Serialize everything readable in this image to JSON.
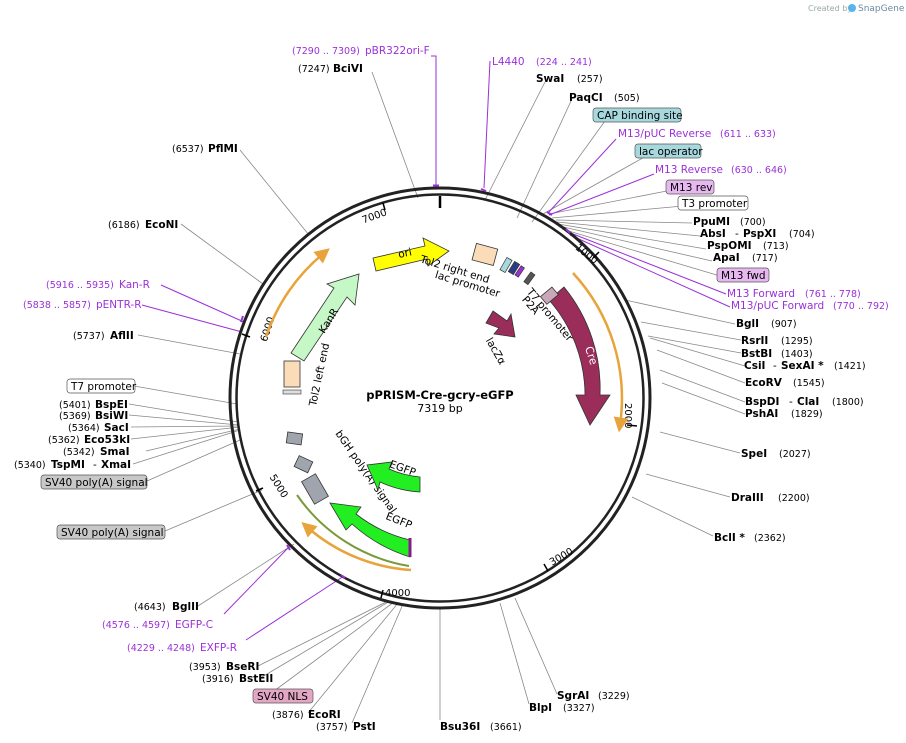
{
  "branding": {
    "created_by": "Created by",
    "product": "SnapGene"
  },
  "plasmid": {
    "name": "pPRISM-Cre-gcry-eGFP",
    "size": "7319 bp"
  },
  "ticks": [
    "1000",
    "2000",
    "3000",
    "4000",
    "5000",
    "6000",
    "7000"
  ],
  "enzymes": [
    {
      "name": "BciVI",
      "pos": "(7247)"
    },
    {
      "name": "SwaI",
      "pos": "(257)"
    },
    {
      "name": "PaqCI",
      "pos": "(505)"
    },
    {
      "name": "PpuMI",
      "pos": "(700)"
    },
    {
      "name": "AbsI",
      "pos": "(704)",
      "extra": "PspXI"
    },
    {
      "name": "PspOMI",
      "pos": "(713)"
    },
    {
      "name": "ApaI",
      "pos": "(717)"
    },
    {
      "name": "BglI",
      "pos": "(907)"
    },
    {
      "name": "RsrII",
      "pos": "(1295)"
    },
    {
      "name": "BstBI",
      "pos": "(1403)"
    },
    {
      "name": "CsiI",
      "pos": "(1421)",
      "extra": "SexAI *"
    },
    {
      "name": "EcoRV",
      "pos": "(1545)"
    },
    {
      "name": "BspDI",
      "pos": "(1800)",
      "extra": "ClaI"
    },
    {
      "name": "PshAI",
      "pos": "(1829)"
    },
    {
      "name": "SpeI",
      "pos": "(2027)"
    },
    {
      "name": "DraIII",
      "pos": "(2200)"
    },
    {
      "name": "BclI *",
      "pos": "(2362)"
    },
    {
      "name": "SgrAI",
      "pos": "(3229)"
    },
    {
      "name": "BlpI",
      "pos": "(3327)"
    },
    {
      "name": "Bsu36I",
      "pos": "(3661)"
    },
    {
      "name": "PstI",
      "pos": "(3757)"
    },
    {
      "name": "EcoRI",
      "pos": "(3876)"
    },
    {
      "name": "BstEII",
      "pos": "(3916)"
    },
    {
      "name": "BseRI",
      "pos": "(3953)"
    },
    {
      "name": "BglII",
      "pos": "(4643)"
    },
    {
      "name": "TspMI",
      "pos": "(5340)",
      "extra": "XmaI"
    },
    {
      "name": "SmaI",
      "pos": "(5342)"
    },
    {
      "name": "Eco53kI",
      "pos": "(5362)"
    },
    {
      "name": "SacI",
      "pos": "(5364)"
    },
    {
      "name": "BsiWI",
      "pos": "(5369)"
    },
    {
      "name": "BspEI",
      "pos": "(5401)"
    },
    {
      "name": "AflII",
      "pos": "(5737)"
    },
    {
      "name": "EcoNI",
      "pos": "(6186)"
    },
    {
      "name": "PflMI",
      "pos": "(6537)"
    }
  ],
  "primers": [
    {
      "name": "pBR322ori-F",
      "range": "(7290 .. 7309)"
    },
    {
      "name": "L4440",
      "range": "(224 .. 241)"
    },
    {
      "name": "M13/pUC Reverse",
      "range": "(611 .. 633)"
    },
    {
      "name": "M13 Reverse",
      "range": "(630 .. 646)"
    },
    {
      "name": "M13 Forward",
      "range": "(761 .. 778)"
    },
    {
      "name": "M13/pUC Forward",
      "range": "(770 .. 792)"
    },
    {
      "name": "Kan-R",
      "range": "(5916 .. 5935)"
    },
    {
      "name": "pENTR-R",
      "range": "(5838 .. 5857)"
    },
    {
      "name": "EGFP-C",
      "range": "(4576 .. 4597)"
    },
    {
      "name": "EXFP-R",
      "range": "(4229 .. 4248)"
    }
  ],
  "boxed_features": [
    {
      "name": "CAP binding site",
      "color": "#a7d8de"
    },
    {
      "name": "lac operator",
      "color": "#a7d8de"
    },
    {
      "name": "M13 rev",
      "color": "#e7b8f0"
    },
    {
      "name": "T3 promoter",
      "color": "#ffffff"
    },
    {
      "name": "M13 fwd",
      "color": "#e7b8f0"
    },
    {
      "name": "T7 promoter",
      "color": "#ffffff"
    },
    {
      "name": "SV40 poly(A) signal",
      "color": "#c8c8c8"
    },
    {
      "name": "SV40 poly(A) signal",
      "color": "#c8c8c8"
    },
    {
      "name": "SV40 NLS",
      "color": "#e3a6c5"
    }
  ],
  "inner_features": {
    "ori": "ori",
    "kanr": "KanR",
    "cre": "Cre",
    "tol2_right": "Tol2 right end",
    "lac_promoter": "lac promoter",
    "t7_promoter": "T7 promoter",
    "p2a": "P2A",
    "laczalpha": "lacZα",
    "tol2_left": "Tol2 left end",
    "bgh": "bGH poly(A) signal",
    "egfp1": "EGFP",
    "egfp2": "EGFP"
  },
  "colors": {
    "primer": "#9b30d9",
    "backbone": "#222222",
    "ori": "#ffff00",
    "kanr": "#c6f7c6",
    "cre": "#9b2d5a",
    "egfp": "#22ee22",
    "orf": "#e8a33a"
  }
}
